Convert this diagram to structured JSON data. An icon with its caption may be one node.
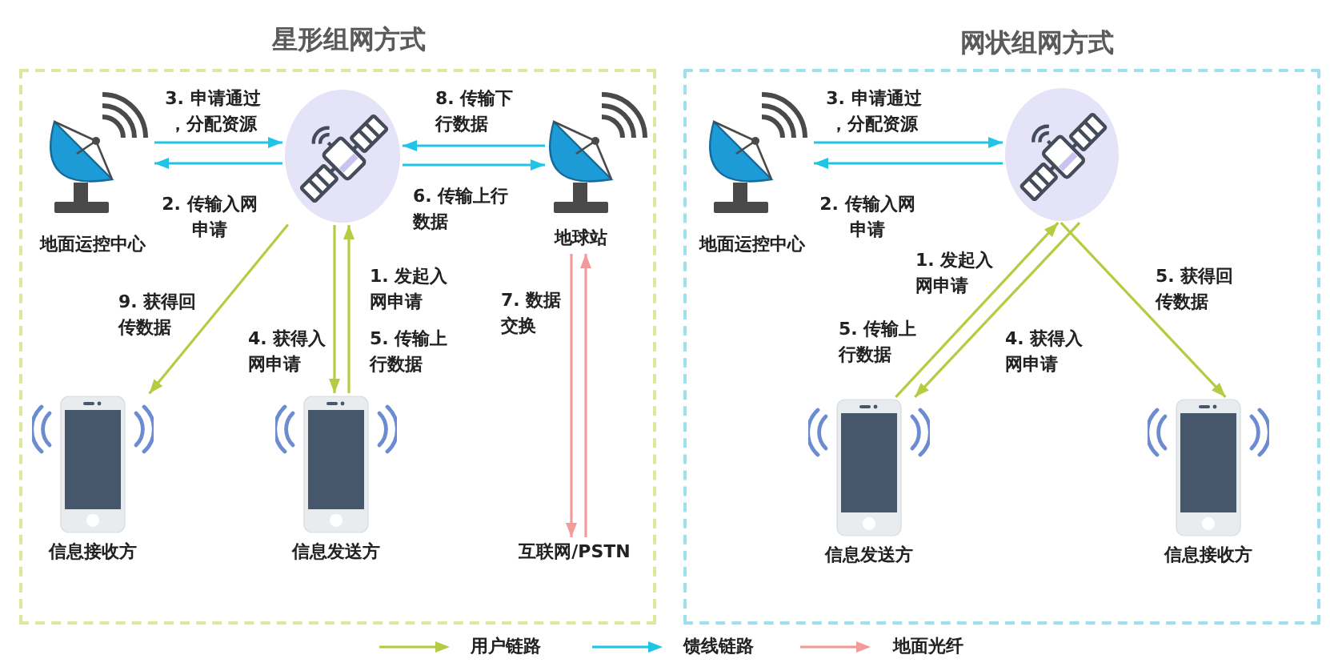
{
  "diagram": {
    "nodes": [
      {
        "text": [
          "星形组网方式"
        ]
      },
      {
        "text": [
          "地面运控中心"
        ],
        "in": 0
      },
      {
        "text": [],
        "shape": "picture",
        "in": 0
      },
      {
        "text": [
          "地球站"
        ],
        "in": 0
      },
      {
        "text": [
          "信息接收方"
        ],
        "in": 0
      },
      {
        "text": [
          "信息发送方"
        ],
        "in": 0
      },
      {
        "text": [
          "互联网/PSTN"
        ],
        "in": 0
      },
      {
        "text": [
          "网状组网方式"
        ]
      },
      {
        "text": [
          "地面运控中心"
        ],
        "in": 7
      },
      {
        "text": [],
        "shape": "picture",
        "in": 7
      },
      {
        "text": [
          "信息发送方"
        ],
        "in": 7
      },
      {
        "text": [
          "信息接收方"
        ],
        "in": 7
      }
    ],
    "edges": [
      {
        "from": 1,
        "to": 2,
        "arrow": "to",
        "label": "3. 申请通过，分配资源",
        "color": "#20c4e4"
      },
      {
        "from": 2,
        "to": 1,
        "arrow": "to",
        "label": "2. 传输入网申请",
        "color": "#20c4e4"
      },
      {
        "from": 3,
        "to": 2,
        "arrow": "to",
        "label": "8. 传输下行数据",
        "color": "#20c4e4"
      },
      {
        "from": 2,
        "to": 3,
        "arrow": "to",
        "label": "6. 传输上行数据",
        "color": "#20c4e4"
      },
      {
        "from": 2,
        "to": 4,
        "arrow": "to",
        "label": "9. 获得回传数据",
        "color": "#b5cc42"
      },
      {
        "from": 2,
        "to": 5,
        "arrow": "to",
        "label": "4. 获得入网申请",
        "color": "#b5cc42"
      },
      {
        "from": 5,
        "to": 2,
        "arrow": "to",
        "label": "1. 发起入网申请",
        "color": "#b5cc42"
      },
      {
        "from": 3,
        "to": 6,
        "arrow": "to",
        "label": "7. 数据交换",
        "color": "#f39b9b"
      },
      {
        "from": 6,
        "to": 3,
        "arrow": "to",
        "color": "#f39b9b"
      },
      {
        "from": 8,
        "to": 9,
        "arrow": "to",
        "label": "3. 申请通过，分配资源",
        "color": "#20c4e4"
      },
      {
        "from": 9,
        "to": 8,
        "arrow": "to",
        "label": "2. 传输入网申请",
        "color": "#20c4e4"
      },
      {
        "from": 10,
        "to": 9,
        "arrow": "to",
        "label": "1. 发起入网申请",
        "color": "#b5cc42"
      },
      {
        "from": 9,
        "to": 10,
        "arrow": "to",
        "label": "4. 获得入网申请",
        "color": "#b5cc42"
      },
      {
        "from": 9,
        "to": 11,
        "arrow": "to",
        "label": "5. 获得回传数据",
        "color": "#b5cc42"
      }
    ],
    "labels": [
      "5. 传输上行数据",
      "5. 传输上行数据"
    ],
    "legend": [
      {
        "text": "用户链路"
      },
      {
        "text": "馈线链路"
      },
      {
        "text": "地面光纤"
      }
    ]
  }
}
